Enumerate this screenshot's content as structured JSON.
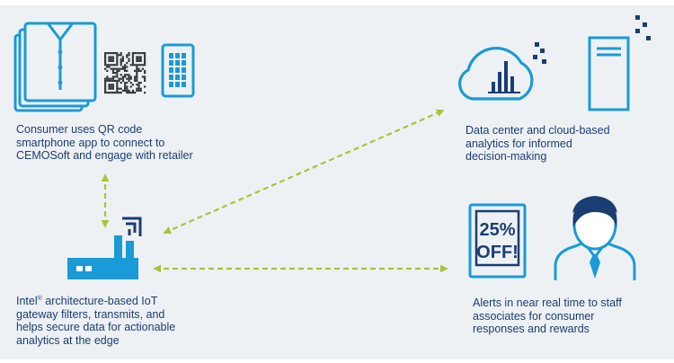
{
  "captions": {
    "consumer": [
      "Consumer uses QR code",
      "smartphone app to connect to",
      "CEMOSoft and engage with retailer"
    ],
    "datacenter": [
      "Data center and cloud-based",
      "analytics for informed",
      "decision-making"
    ],
    "gateway": {
      "first_pre": "Intel",
      "reg_mark": "®",
      "first_post": " architecture-based IoT",
      "rest": [
        "gateway filters, transmits, and",
        "helps secure data for actionable",
        "analytics at the edge"
      ]
    },
    "alerts": [
      "Alerts in near real time to staff",
      "associates for consumer",
      "responses and rewards"
    ]
  },
  "sign": {
    "line1": "25%",
    "line2": "OFF!"
  },
  "colors": {
    "background": "#eef1f4",
    "icon_blue": "#1a9ad6",
    "navy": "#1a3d73",
    "arrow_green": "#a6c43c",
    "text": "#1a3d73"
  },
  "icons": [
    "shirt-icon",
    "qr-code-icon",
    "smartphone-icon",
    "cloud-analytics-icon",
    "server-tower-icon",
    "iot-gateway-icon",
    "discount-sign-icon",
    "staff-person-icon"
  ]
}
